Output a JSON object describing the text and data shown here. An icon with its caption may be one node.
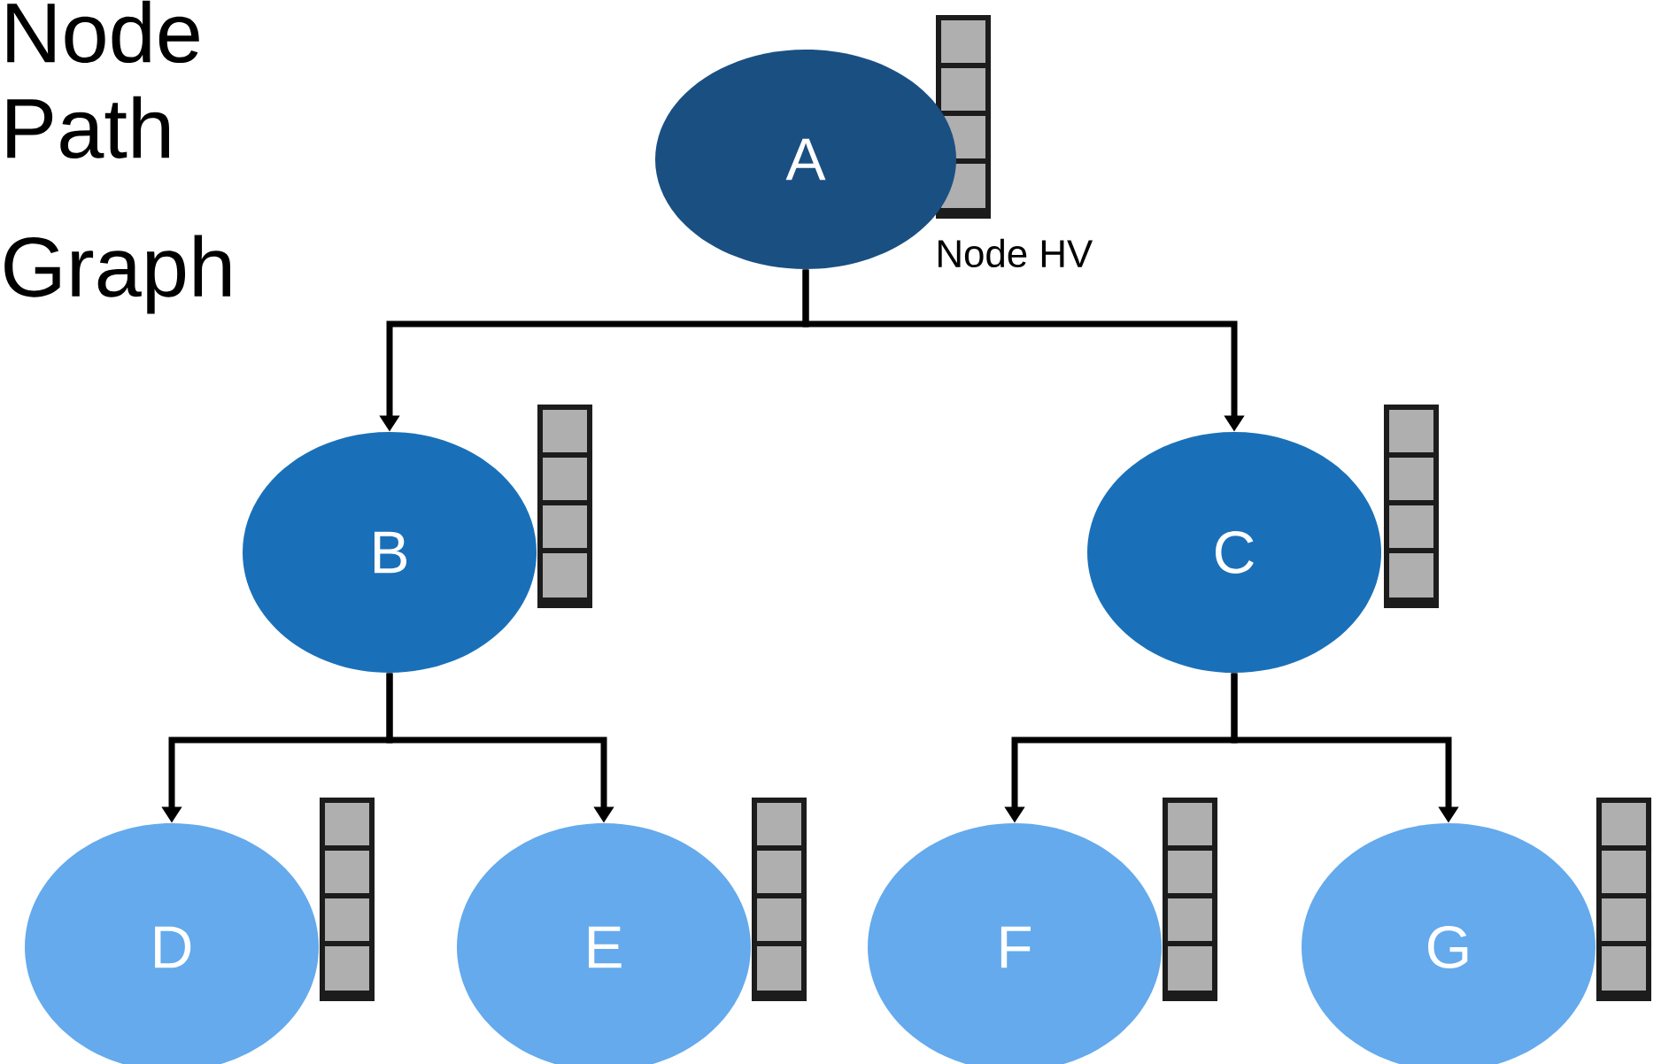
{
  "diagram": {
    "nodes": [
      {
        "text": [
          "A"
        ]
      },
      {
        "text": [
          "B"
        ]
      },
      {
        "text": [
          "C"
        ]
      },
      {
        "text": [
          "D"
        ]
      },
      {
        "text": [
          "E"
        ]
      },
      {
        "text": [
          "F"
        ]
      },
      {
        "text": [
          "G"
        ]
      }
    ],
    "edges": [
      {
        "from": 0,
        "to": 1,
        "arrow": "to"
      },
      {
        "from": 0,
        "to": 2,
        "arrow": "to"
      },
      {
        "from": 1,
        "to": 3,
        "arrow": "to"
      },
      {
        "from": 1,
        "to": 4,
        "arrow": "to"
      },
      {
        "from": 2,
        "to": 5,
        "arrow": "to"
      },
      {
        "from": 2,
        "to": 6,
        "arrow": "to"
      }
    ],
    "labels": [
      "Node",
      "Path",
      "Graph",
      "Node HV"
    ]
  }
}
